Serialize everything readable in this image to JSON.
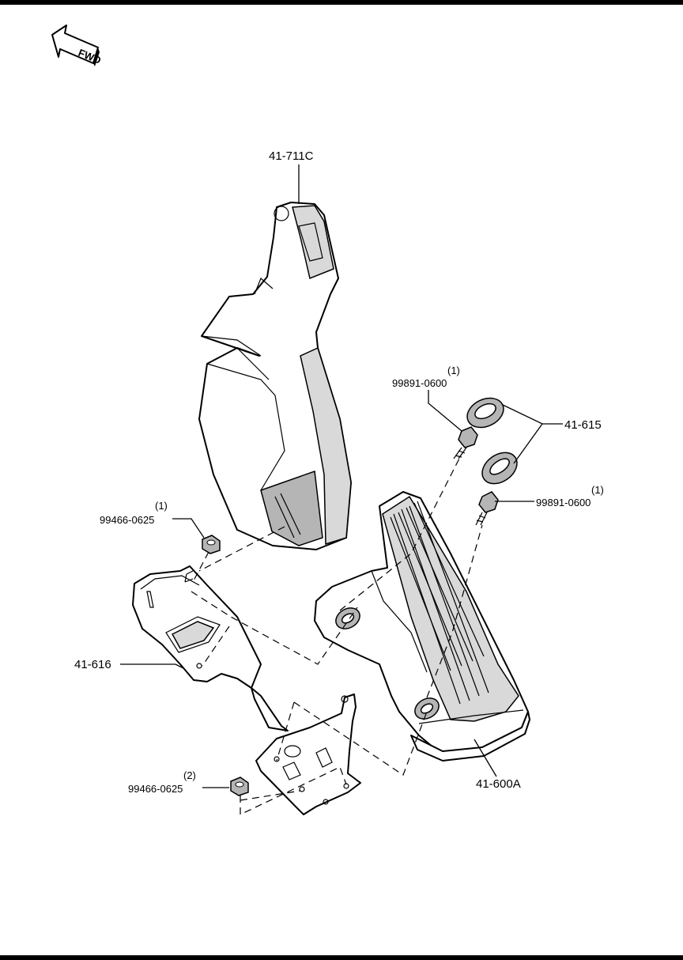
{
  "fwd_marker": {
    "text": "FWD"
  },
  "callouts": {
    "pedal_cover": {
      "part_no": "41-711C"
    },
    "bolt_upper": {
      "qty": "(1)",
      "part_no": "99891-0600"
    },
    "grommet": {
      "part_no": "41-615"
    },
    "bolt_lower": {
      "qty": "(1)",
      "part_no": "99891-0600"
    },
    "nut_upper": {
      "qty": "(1)",
      "part_no": "99466-0625"
    },
    "bracket": {
      "part_no": "41-616"
    },
    "nut_lower": {
      "qty": "(2)",
      "part_no": "99466-0625"
    },
    "pedal_assembly": {
      "part_no": "41-600A"
    }
  }
}
